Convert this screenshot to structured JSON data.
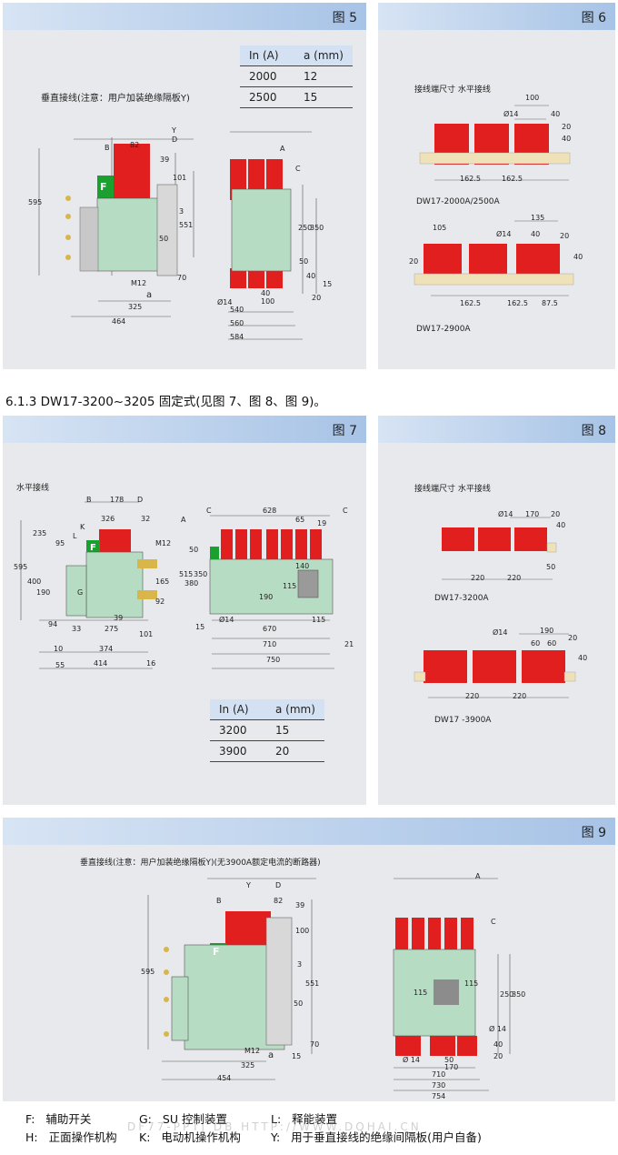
{
  "figures": {
    "f5": {
      "label": "图 5",
      "note": "垂直接线(注意：用户加装绝缘隔板Y)",
      "table": {
        "h1": "In (A)",
        "h2": "a (mm)",
        "rows": [
          [
            "2000",
            "12"
          ],
          [
            "2500",
            "15"
          ]
        ]
      },
      "dims": {
        "d595": "595",
        "d82": "82",
        "d39": "39",
        "d101": "101",
        "d3": "3",
        "d551": "551",
        "d50": "50",
        "d70": "70",
        "d325": "325",
        "d464": "464",
        "d250": "250",
        "d350": "350",
        "d20": "20",
        "d40": "40",
        "d15": "15",
        "d100": "100",
        "d540": "540",
        "d560": "560",
        "d584": "584",
        "phi": "Ø14",
        "m12": "M12",
        "a": "a",
        "A": "A",
        "B": "B",
        "C": "C",
        "D": "D",
        "Y": "Y",
        "F": "F"
      }
    },
    "f6": {
      "label": "图 6",
      "note": "接线端尺寸 水平接线",
      "sub1": "DW17-2000A/2500A",
      "sub2": "DW17-2900A",
      "dims": {
        "d100": "100",
        "d40": "40",
        "d20": "20",
        "phi": "Ø14",
        "d1625": "162.5",
        "d105": "105",
        "d135": "135",
        "d875": "87.5"
      }
    },
    "f7": {
      "label": "图 7",
      "note": "水平接线",
      "table": {
        "h1": "In (A)",
        "h2": "a (mm)",
        "rows": [
          [
            "3200",
            "15"
          ],
          [
            "3900",
            "20"
          ]
        ]
      },
      "dims": {
        "d178": "178",
        "d326": "326",
        "d32": "32",
        "d235": "235",
        "d95": "95",
        "d595": "595",
        "d400": "400",
        "d190": "190",
        "d94": "94",
        "d39": "39",
        "d275": "275",
        "d33": "33",
        "d101": "101",
        "d374": "374",
        "d10": "10",
        "d414": "414",
        "d55": "55",
        "d16": "16",
        "d628": "628",
        "d65": "65",
        "d19": "19",
        "d50": "50",
        "d515": "515",
        "d380": "380",
        "d350": "350",
        "d140": "140",
        "d115": "115",
        "d190b": "190",
        "d670": "670",
        "d710": "710",
        "d750": "750",
        "d21": "21",
        "d15": "15",
        "d92": "92",
        "d165": "165",
        "m12": "M12",
        "phi": "Ø14",
        "A": "A",
        "B": "B",
        "C": "C",
        "D": "D",
        "K": "K",
        "L": "L",
        "G": "G",
        "F": "F"
      }
    },
    "f8": {
      "label": "图 8",
      "note": "接线端尺寸 水平接线",
      "sub1": "DW17-3200A",
      "sub2": "DW17 -3900A",
      "dims": {
        "phi": "Ø14",
        "d170": "170",
        "d40": "40",
        "d20": "20",
        "d220": "220",
        "d50": "50",
        "d190": "190",
        "d60": "60"
      }
    },
    "f9": {
      "label": "图 9",
      "note": "垂直接线(注意：用户加装绝缘隔板Y)(无3900A额定电流的断路器)",
      "dims": {
        "d595": "595",
        "d82": "82",
        "d39": "39",
        "d100": "100",
        "d3": "3",
        "d551": "551",
        "d50": "50",
        "d70": "70",
        "d325": "325",
        "d454": "454",
        "d15": "15",
        "d115": "115",
        "d250": "250",
        "d350": "350",
        "d40": "40",
        "d20": "20",
        "d170": "170",
        "d710": "710",
        "d730": "730",
        "d754": "754",
        "phi": "Ø 14",
        "m12": "M12",
        "a": "a",
        "A": "A",
        "B": "B",
        "C": "C",
        "D": "D",
        "Y": "Y",
        "F": "F"
      }
    }
  },
  "section_caption": "6.1.3 DW17-3200~3205 固定式(见图 7、图 8、图 9)。",
  "legend": [
    {
      "k": "F:",
      "v": "辅助开关"
    },
    {
      "k": "G:",
      "v": "SU 控制装置"
    },
    {
      "k": "L:",
      "v": "释能装置"
    },
    {
      "k": "H:",
      "v": "正面操作机构"
    },
    {
      "k": "K:",
      "v": "电动机操作机构"
    },
    {
      "k": "Y:",
      "v": "用于垂直接线的绝缘间隔板(用户自备)"
    }
  ],
  "watermark": "DF77-PPTJ DB  HTTP://WWW.DQHAI.CN",
  "colors": {
    "panel": "#e8e9ec",
    "header_from": "#d7e4f4",
    "header_to": "#a7c3e6",
    "busbar": "#e21f1f",
    "body": "#b7dcc4"
  }
}
